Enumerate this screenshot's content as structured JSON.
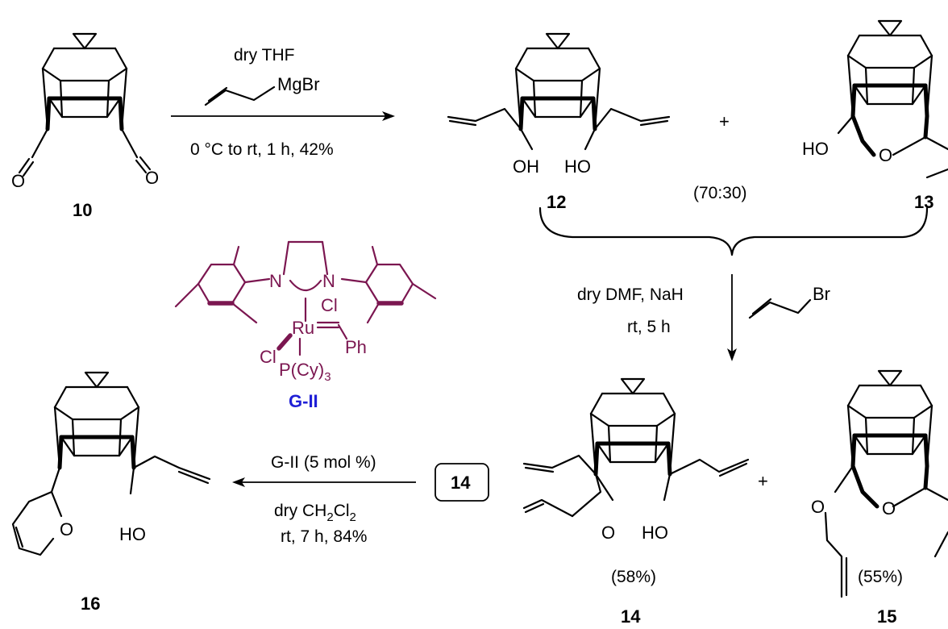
{
  "colors": {
    "catalyst": "#7b1650",
    "catalyst_label": "#1f1fd6",
    "ink": "#000000"
  },
  "compounds": {
    "c10": {
      "label": "10"
    },
    "c12": {
      "label": "12"
    },
    "c13": {
      "label": "13"
    },
    "c14": {
      "label": "14"
    },
    "c15": {
      "label": "15"
    },
    "c16": {
      "label": "16"
    },
    "catalyst": {
      "label": "G-II"
    }
  },
  "atoms": {
    "O": "O",
    "OH": "OH",
    "HO": "HO",
    "N": "N",
    "Cl": "Cl",
    "Ru": "Ru",
    "Ph": "Ph",
    "PCy3_main": "P(Cy)",
    "PCy3_sub": "3",
    "MgBr": "MgBr",
    "Br": "Br",
    "plus": "+"
  },
  "step1": {
    "line1": "dry THF",
    "line2": "0 °C to rt, 1 h, 42%"
  },
  "ratio": "(70:30)",
  "step2": {
    "line1": "dry DMF, NaH",
    "line2": "rt, 5 h"
  },
  "step3": {
    "line1": "G-II (5 mol %)",
    "line2_main": "dry CH",
    "line2_sub1": "2",
    "line2_mid": "Cl",
    "line2_sub2": "2",
    "line3": "rt, 7 h, 84%",
    "boxed": "14"
  },
  "yields": {
    "c14": "(58%)",
    "c15": "(55%)"
  }
}
